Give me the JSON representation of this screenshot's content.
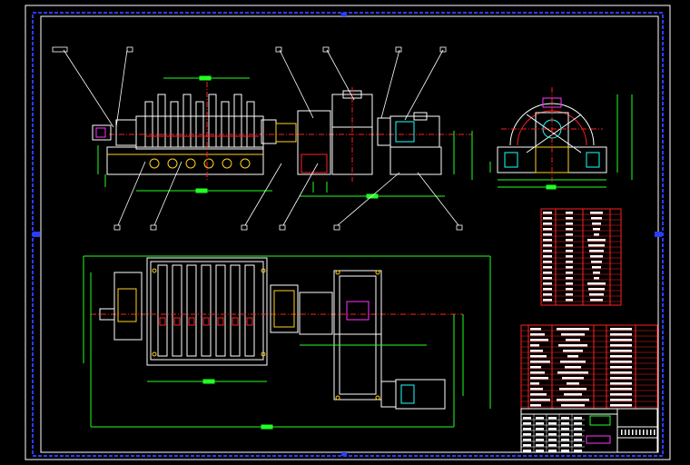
{
  "drawing": {
    "type": "CAD mechanical assembly drawing",
    "background_color": "#000000",
    "colors": {
      "outline": "#ffffff",
      "frame_blue": "#2a3dff",
      "dimension_green": "#22ff22",
      "centerline_red": "#ff2020",
      "detail_yellow": "#ffd21f",
      "detail_magenta": "#ff33ff",
      "part_cyan": "#22ffff"
    },
    "views": [
      "front-elevation",
      "side-elevation",
      "plan-view"
    ],
    "sections": [
      "parts-list-table",
      "title-block"
    ],
    "balloon_labels": [
      "",
      "",
      "",
      "",
      "",
      "",
      "",
      "",
      "",
      "",
      "",
      ""
    ]
  }
}
